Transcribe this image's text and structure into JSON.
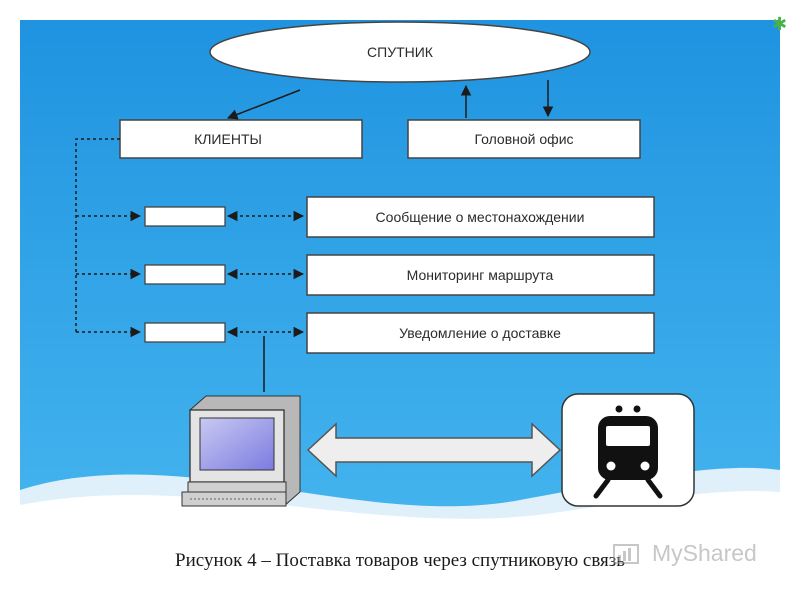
{
  "diagram": {
    "satellite_label": "СПУТНИК",
    "clients_label": "КЛИЕНТЫ",
    "head_office_label": "Головной офис",
    "services": [
      "Сообщение о местонахождении",
      "Мониторинг маршрута",
      "Уведомление о доставке"
    ]
  },
  "caption": "Рисунок 4 – Поставка товаров через спутниковую связь",
  "watermark": {
    "text": "MyShared"
  },
  "colors": {
    "background_blue": "#2ea0e6",
    "wave_light": "#dff0fa",
    "box_border": "#444444"
  },
  "icons": [
    "computer-icon",
    "train-icon",
    "asterisk-icon",
    "myshared-logo-icon"
  ]
}
